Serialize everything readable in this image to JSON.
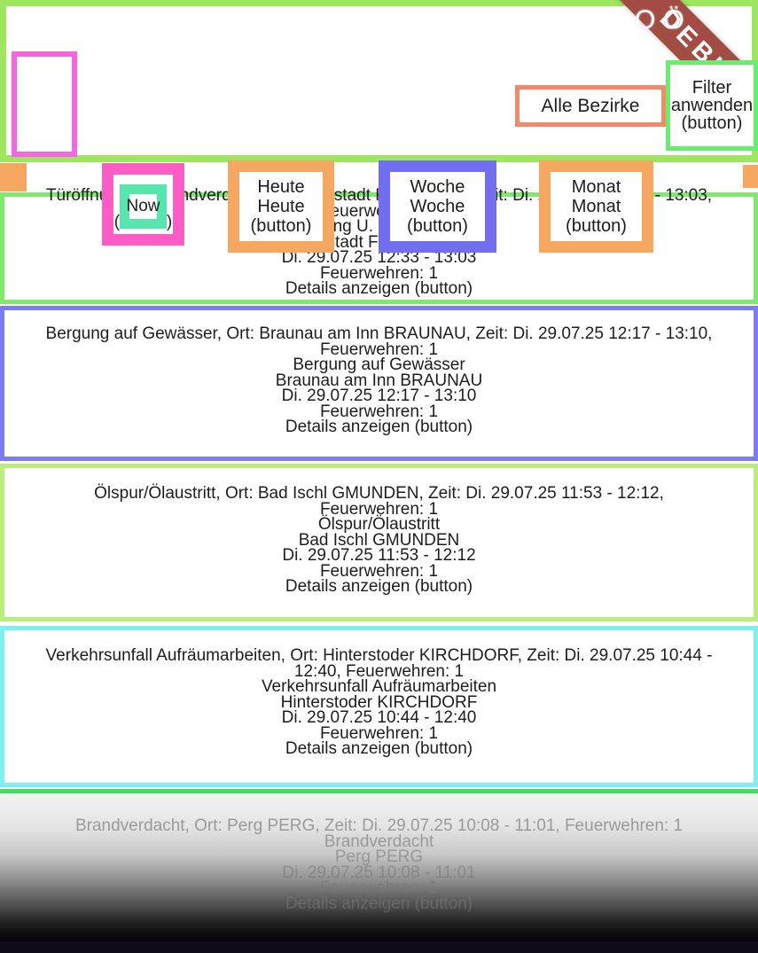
{
  "app": {
    "title_fragment": "OÖ",
    "debug_banner": "DEBUG"
  },
  "filter_bar": {
    "district_selector_label": "Alle Bezirke",
    "apply_button_lines": [
      "Filter",
      "anwenden",
      "(button)"
    ]
  },
  "period_buttons": {
    "now": {
      "label": "Now",
      "sub": "(button)"
    },
    "heute": {
      "line1": "Heute",
      "line2": "Heute",
      "line3": "(button)"
    },
    "woche": {
      "line1": "Woche",
      "line2": "Woche",
      "line3": "(button)"
    },
    "monat": {
      "line1": "Monat",
      "line2": "Monat",
      "line3": "(button)"
    }
  },
  "cards": [
    {
      "summary_line1": "Türöffnung U. Brandverdacht, Ort: Freistadt FREISTADT, Zeit: Di. 29.07.25 12:33 - 13:03,",
      "summary_line2": "Feuerwehren: 1",
      "type": "Türöffnung U. Brandverdacht",
      "location": "Freistadt FREISTADT",
      "time": "Di. 29.07.25 12:33 - 13:03",
      "crews": "Feuerwehren: 1",
      "details": "Details anzeigen (button)"
    },
    {
      "summary_line1": "Bergung auf Gewässer, Ort: Braunau am Inn BRAUNAU, Zeit: Di. 29.07.25 12:17 - 13:10,",
      "summary_line2": "Feuerwehren: 1",
      "type": "Bergung auf Gewässer",
      "location": "Braunau am Inn BRAUNAU",
      "time": "Di. 29.07.25 12:17 - 13:10",
      "crews": "Feuerwehren: 1",
      "details": "Details anzeigen (button)"
    },
    {
      "summary_line1": "Ölspur/Ölaustritt, Ort: Bad Ischl GMUNDEN, Zeit: Di. 29.07.25 11:53 - 12:12,",
      "summary_line2": "Feuerwehren: 1",
      "type": "Ölspur/Ölaustritt",
      "location": "Bad Ischl GMUNDEN",
      "time": "Di. 29.07.25 11:53 - 12:12",
      "crews": "Feuerwehren: 1",
      "details": "Details anzeigen (button)"
    },
    {
      "summary_line1": "Verkehrsunfall Aufräumarbeiten, Ort: Hinterstoder KIRCHDORF, Zeit: Di. 29.07.25 10:44 -",
      "summary_line2": "12:40, Feuerwehren: 1",
      "type": "Verkehrsunfall Aufräumarbeiten",
      "location": "Hinterstoder KIRCHDORF",
      "time": "Di. 29.07.25 10:44 - 12:40",
      "crews": "Feuerwehren: 1",
      "details": "Details anzeigen (button)"
    },
    {
      "summary_line1": "Brandverdacht, Ort: Perg PERG, Zeit: Di. 29.07.25 10:08 - 11:01, Feuerwehren: 1",
      "type": "Brandverdacht",
      "location": "Perg PERG",
      "time": "Di. 29.07.25 10:08 - 11:01",
      "crews": "Feuerwehren: 1",
      "details": "Details anzeigen (button)"
    }
  ],
  "colors": {
    "frame_green": "#9fe65f",
    "magenta_box": "#f666e0",
    "district_border": "#f28a6a",
    "filter_border": "#68ee6e",
    "banner_bg": "#a34c44",
    "orange_box": "#f6a863",
    "now_pink": "#fb5cc6",
    "now_inner_teal": "#55e5ad",
    "woche_blue": "#716ef2",
    "card1_border": "#7fe96d",
    "card2_border": "#7e7cf4",
    "card3_border": "#b9ed7c",
    "card4_border": "#7af0ef",
    "card5_border": "#44dc60"
  }
}
